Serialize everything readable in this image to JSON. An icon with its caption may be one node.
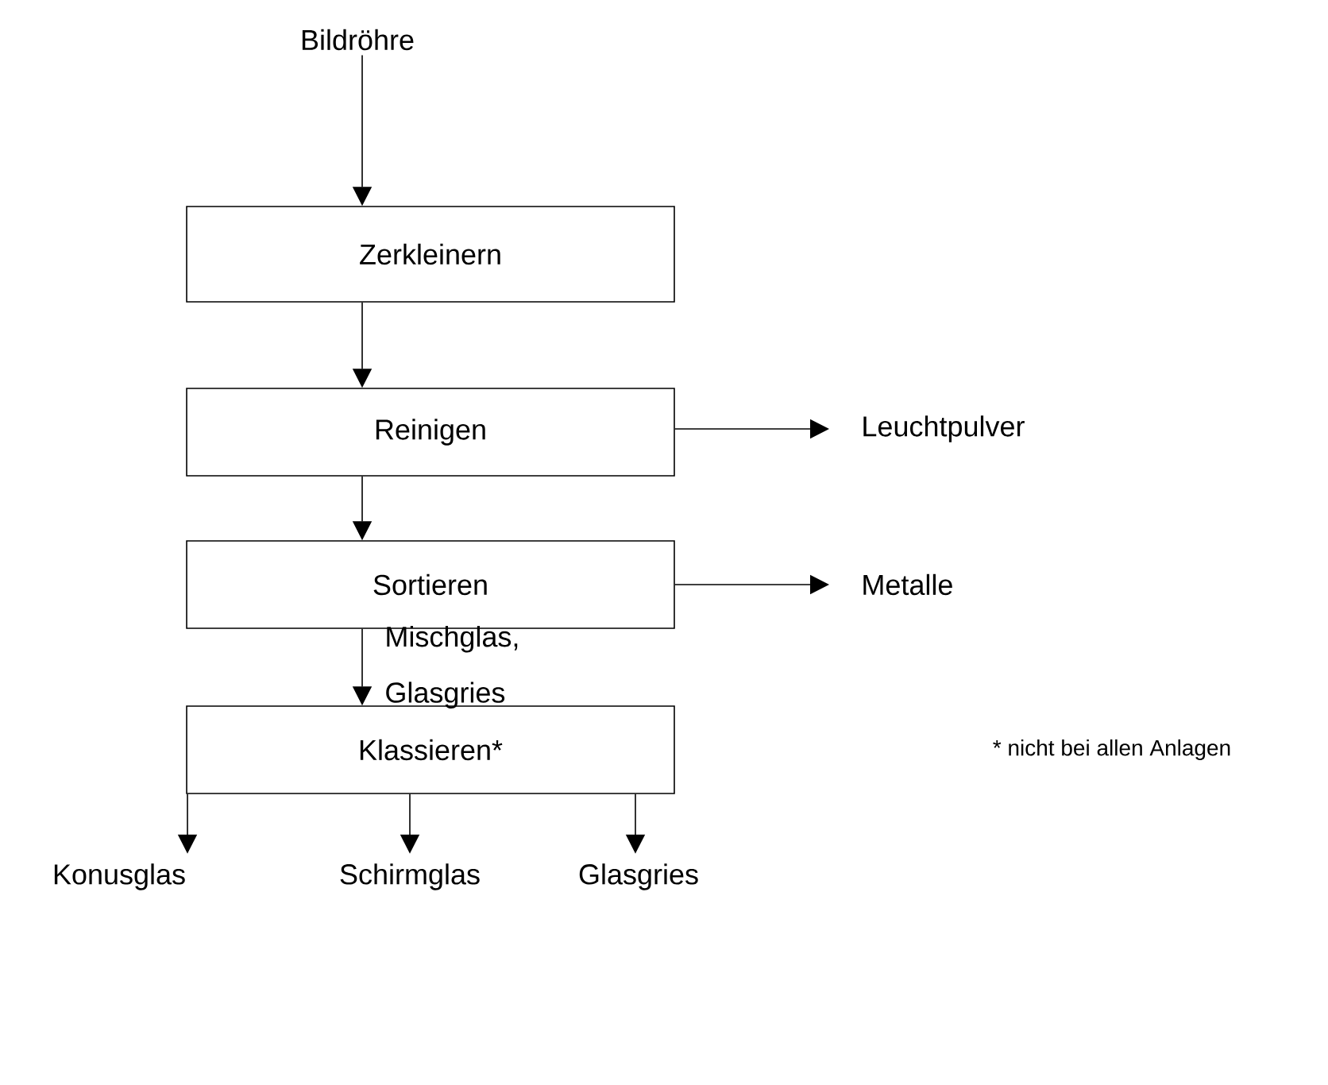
{
  "diagram": {
    "nodes": [
      {
        "text": [
          "Bildröhre"
        ]
      },
      {
        "text": [
          "Zerkleinern"
        ]
      },
      {
        "text": [
          "Reinigen"
        ]
      },
      {
        "text": [
          "Leuchtpulver"
        ]
      },
      {
        "text": [
          "Sortieren"
        ]
      },
      {
        "text": [
          "Metalle"
        ]
      },
      {
        "text": [
          "Klassieren*"
        ]
      },
      {
        "text": [
          "Konusglas"
        ]
      },
      {
        "text": [
          "Schirmglas"
        ]
      },
      {
        "text": [
          "Glasgries"
        ]
      }
    ],
    "edges": [
      {
        "from": 0,
        "to": 1,
        "arrow": "to"
      },
      {
        "from": 1,
        "to": 2,
        "arrow": "to"
      },
      {
        "from": 2,
        "to": 3,
        "arrow": "to"
      },
      {
        "from": 2,
        "to": 4,
        "arrow": "to"
      },
      {
        "from": 4,
        "to": 5,
        "arrow": "to"
      },
      {
        "from": 4,
        "to": 6,
        "arrow": "to",
        "label": "Mischglas, Glasgries"
      },
      {
        "from": 6,
        "to": 7,
        "arrow": "to"
      },
      {
        "from": 6,
        "to": 8,
        "arrow": "to"
      },
      {
        "from": 6,
        "to": 9,
        "arrow": "to"
      }
    ],
    "labels": [
      "* nicht bei allen Anlagen"
    ]
  }
}
